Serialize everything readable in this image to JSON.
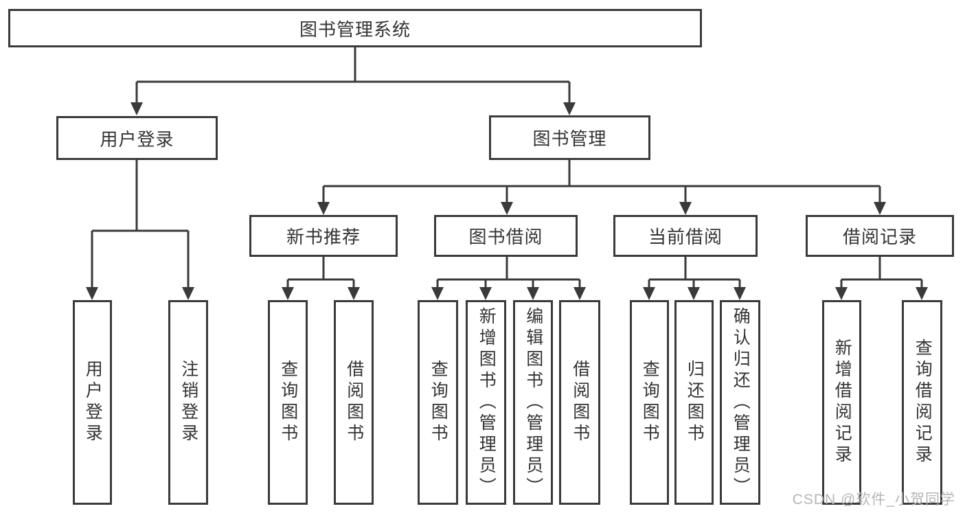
{
  "colors": {
    "line": "#3a3a3a",
    "text": "#333333",
    "watermark": "#b5b5b5",
    "background": "#ffffff"
  },
  "watermark": {
    "text": "CSDN @软件_小贺同学"
  },
  "diagram": {
    "type": "hierarchy-tree",
    "root": {
      "label": "图书管理系统"
    },
    "branches": [
      {
        "label": "用户登录",
        "children": [
          {
            "label": "用户登录"
          },
          {
            "label": "注销登录"
          }
        ]
      },
      {
        "label": "图书管理",
        "children": [
          {
            "label": "新书推荐",
            "children": [
              {
                "label": "查询图书"
              },
              {
                "label": "借阅图书"
              }
            ]
          },
          {
            "label": "图书借阅",
            "children": [
              {
                "label": "查询图书"
              },
              {
                "label": "新增图书（管理员）"
              },
              {
                "label": "编辑图书（管理员）"
              },
              {
                "label": "借阅图书"
              }
            ]
          },
          {
            "label": "当前借阅",
            "children": [
              {
                "label": "查询图书"
              },
              {
                "label": "归还图书"
              },
              {
                "label": "确认归还（管理员）"
              }
            ]
          },
          {
            "label": "借阅记录",
            "children": [
              {
                "label": "新增借阅记录"
              },
              {
                "label": "查询借阅记录"
              }
            ]
          }
        ]
      }
    ]
  }
}
